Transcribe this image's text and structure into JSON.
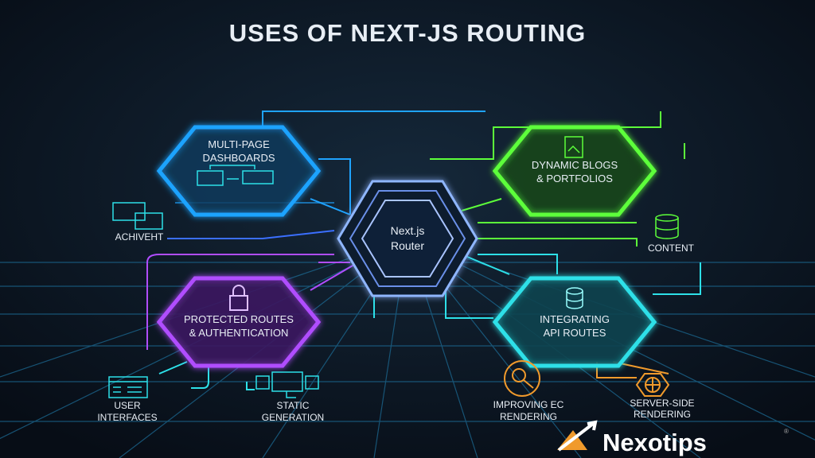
{
  "title": "USES OF NEXT-JS ROUTING",
  "center": {
    "line1": "Next.js",
    "line2": "Router"
  },
  "nodes": {
    "dashboards": {
      "line1": "MULTI-PAGE",
      "line2": "DASHBOARDS"
    },
    "blogs": {
      "line1": "DYNAMIC BLOGS",
      "line2": "& PORTFOLIOS"
    },
    "auth": {
      "line1": "PROTECTED ROUTES",
      "line2": "& AUTHENTICATION"
    },
    "api": {
      "line1": "INTEGRATING",
      "line2": "API ROUTES"
    }
  },
  "minor": {
    "achievement": "ACHIVEHT",
    "content": "CONTENT",
    "user_interfaces": {
      "line1": "USER",
      "line2": "INTERFACES"
    },
    "static_generation": {
      "line1": "STATIC",
      "line2": "GENERATION"
    },
    "improving": {
      "line1": "IMPROVING EC",
      "line2": "RENDERING"
    },
    "ssr": {
      "line1": "SERVER-SIDE",
      "line2": "RENDERING"
    }
  },
  "logo": {
    "text": "Nexotips",
    "mark": "®"
  },
  "colors": {
    "blue": "#1fa3ff",
    "green": "#5dff3a",
    "purple": "#b04dff",
    "cyan": "#2de0e8",
    "orange": "#f09a2c",
    "bg": "#0a1320"
  }
}
